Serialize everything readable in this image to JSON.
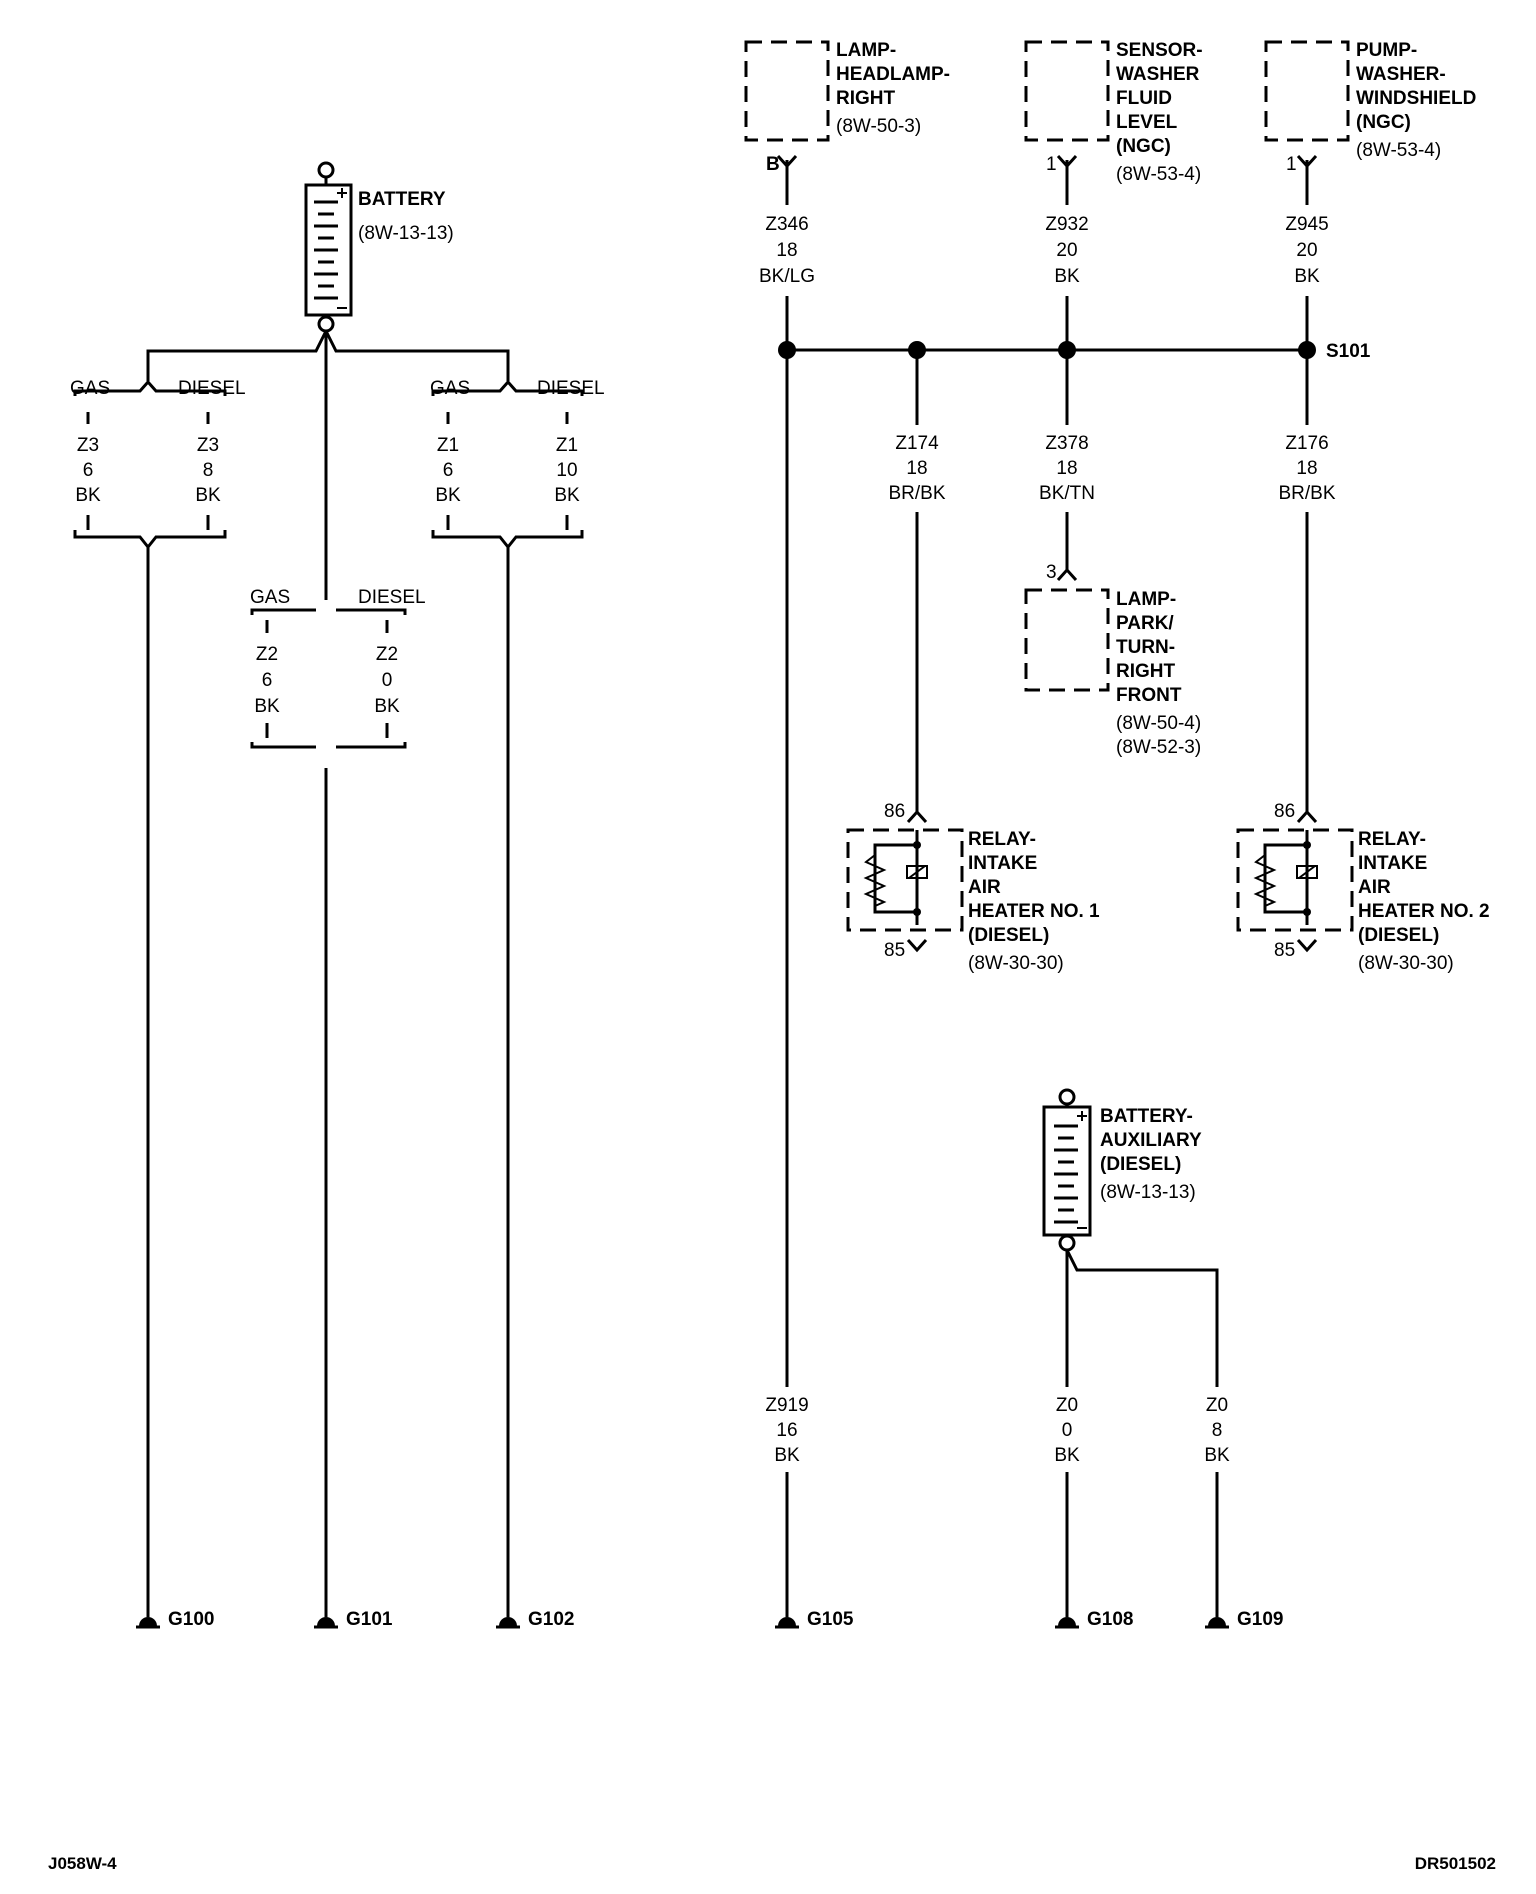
{
  "components": {
    "battery": {
      "name": "BATTERY",
      "ref": "(8W-13-13)"
    },
    "headlamp": {
      "lines": [
        "LAMP-",
        "HEADLAMP-",
        "RIGHT"
      ],
      "ref": "(8W-50-3)",
      "pin": "B"
    },
    "washer_sensor": {
      "lines": [
        "SENSOR-",
        "WASHER",
        "FLUID",
        "LEVEL",
        "(NGC)"
      ],
      "ref": "(8W-53-4)",
      "pin": "1"
    },
    "washer_pump": {
      "lines": [
        "PUMP-",
        "WASHER-",
        "WINDSHIELD",
        "(NGC)"
      ],
      "ref": "(8W-53-4)",
      "pin": "1"
    },
    "park_lamp": {
      "lines": [
        "LAMP-",
        "PARK/",
        "TURN-",
        "RIGHT",
        "FRONT"
      ],
      "refs": [
        "(8W-50-4)",
        "(8W-52-3)"
      ],
      "pin": "3"
    },
    "relay1": {
      "lines": [
        "RELAY-",
        "INTAKE",
        "AIR",
        "HEATER NO. 1",
        "(DIESEL)"
      ],
      "ref": "(8W-30-30)",
      "pin_top": "86",
      "pin_bottom": "85"
    },
    "relay2": {
      "lines": [
        "RELAY-",
        "INTAKE",
        "AIR",
        "HEATER NO. 2",
        "(DIESEL)"
      ],
      "ref": "(8W-30-30)",
      "pin_top": "86",
      "pin_bottom": "85"
    },
    "aux_battery": {
      "lines": [
        "BATTERY-",
        "AUXILIARY",
        "(DIESEL)"
      ],
      "ref": "(8W-13-13)"
    }
  },
  "options": {
    "gas": "GAS",
    "diesel": "DIESEL"
  },
  "wires": {
    "z3_gas": [
      "Z3",
      "6",
      "BK"
    ],
    "z3_diesel": [
      "Z3",
      "8",
      "BK"
    ],
    "z1_gas": [
      "Z1",
      "6",
      "BK"
    ],
    "z1_diesel": [
      "Z1",
      "10",
      "BK"
    ],
    "z2_gas": [
      "Z2",
      "6",
      "BK"
    ],
    "z2_diesel": [
      "Z2",
      "0",
      "BK"
    ],
    "z346": [
      "Z346",
      "18",
      "BK/LG"
    ],
    "z932": [
      "Z932",
      "20",
      "BK"
    ],
    "z945": [
      "Z945",
      "20",
      "BK"
    ],
    "z174": [
      "Z174",
      "18",
      "BR/BK"
    ],
    "z378": [
      "Z378",
      "18",
      "BK/TN"
    ],
    "z176": [
      "Z176",
      "18",
      "BR/BK"
    ],
    "z919": [
      "Z919",
      "16",
      "BK"
    ],
    "z0a": [
      "Z0",
      "0",
      "BK"
    ],
    "z0b": [
      "Z0",
      "8",
      "BK"
    ]
  },
  "splice": "S101",
  "grounds": [
    "G100",
    "G101",
    "G102",
    "G105",
    "G108",
    "G109"
  ],
  "footer": {
    "left": "J058W-4",
    "right": "DR501502"
  }
}
